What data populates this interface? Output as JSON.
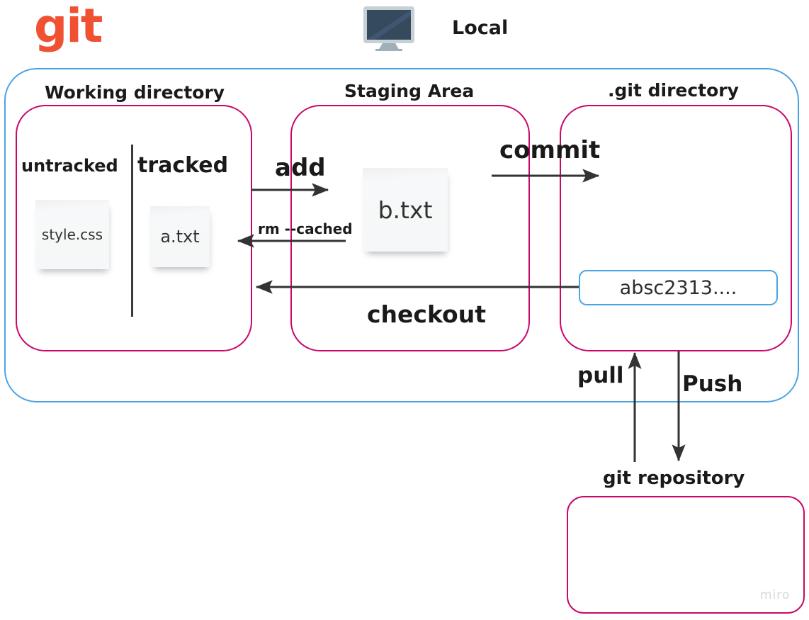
{
  "brand": {
    "logo_text": "git",
    "logo_color": "#f05133"
  },
  "header": {
    "local_label": "Local",
    "monitor_icon": "monitor-icon"
  },
  "colors": {
    "zone_border": "#c9096a",
    "container_border": "#4ba3e3",
    "hash_border": "#4ba3e3",
    "text": "#1a1a1a",
    "monitor_screen": "#364a5e",
    "monitor_bezel": "#c7d0d4"
  },
  "zones": {
    "working_directory": {
      "title": "Working directory",
      "untracked_label": "untracked",
      "tracked_label": "tracked",
      "untracked_files": [
        {
          "name": "style.css"
        }
      ],
      "tracked_files": [
        {
          "name": "a.txt"
        }
      ]
    },
    "staging_area": {
      "title": "Staging Area",
      "files": [
        {
          "name": "b.txt"
        }
      ]
    },
    "git_directory": {
      "title": ".git directory",
      "commit_hash": "absc2313...."
    },
    "git_repository": {
      "title": "git repository",
      "files": []
    }
  },
  "arrows": [
    {
      "name": "add",
      "label": "add",
      "direction": "right",
      "from": "working_directory",
      "to": "staging_area"
    },
    {
      "name": "rm-cached",
      "label": "rm --cached",
      "direction": "left",
      "from": "staging_area",
      "to": "working_directory"
    },
    {
      "name": "commit",
      "label": "commit",
      "direction": "right",
      "from": "staging_area",
      "to": "git_directory"
    },
    {
      "name": "checkout",
      "label": "checkout",
      "direction": "left",
      "from": "git_directory",
      "to": "working_directory"
    },
    {
      "name": "pull",
      "label": "pull",
      "direction": "up",
      "from": "git_repository",
      "to": "git_directory"
    },
    {
      "name": "push",
      "label": "Push",
      "direction": "down",
      "from": "git_directory",
      "to": "git_repository"
    }
  ],
  "watermark": {
    "text": "miro"
  }
}
